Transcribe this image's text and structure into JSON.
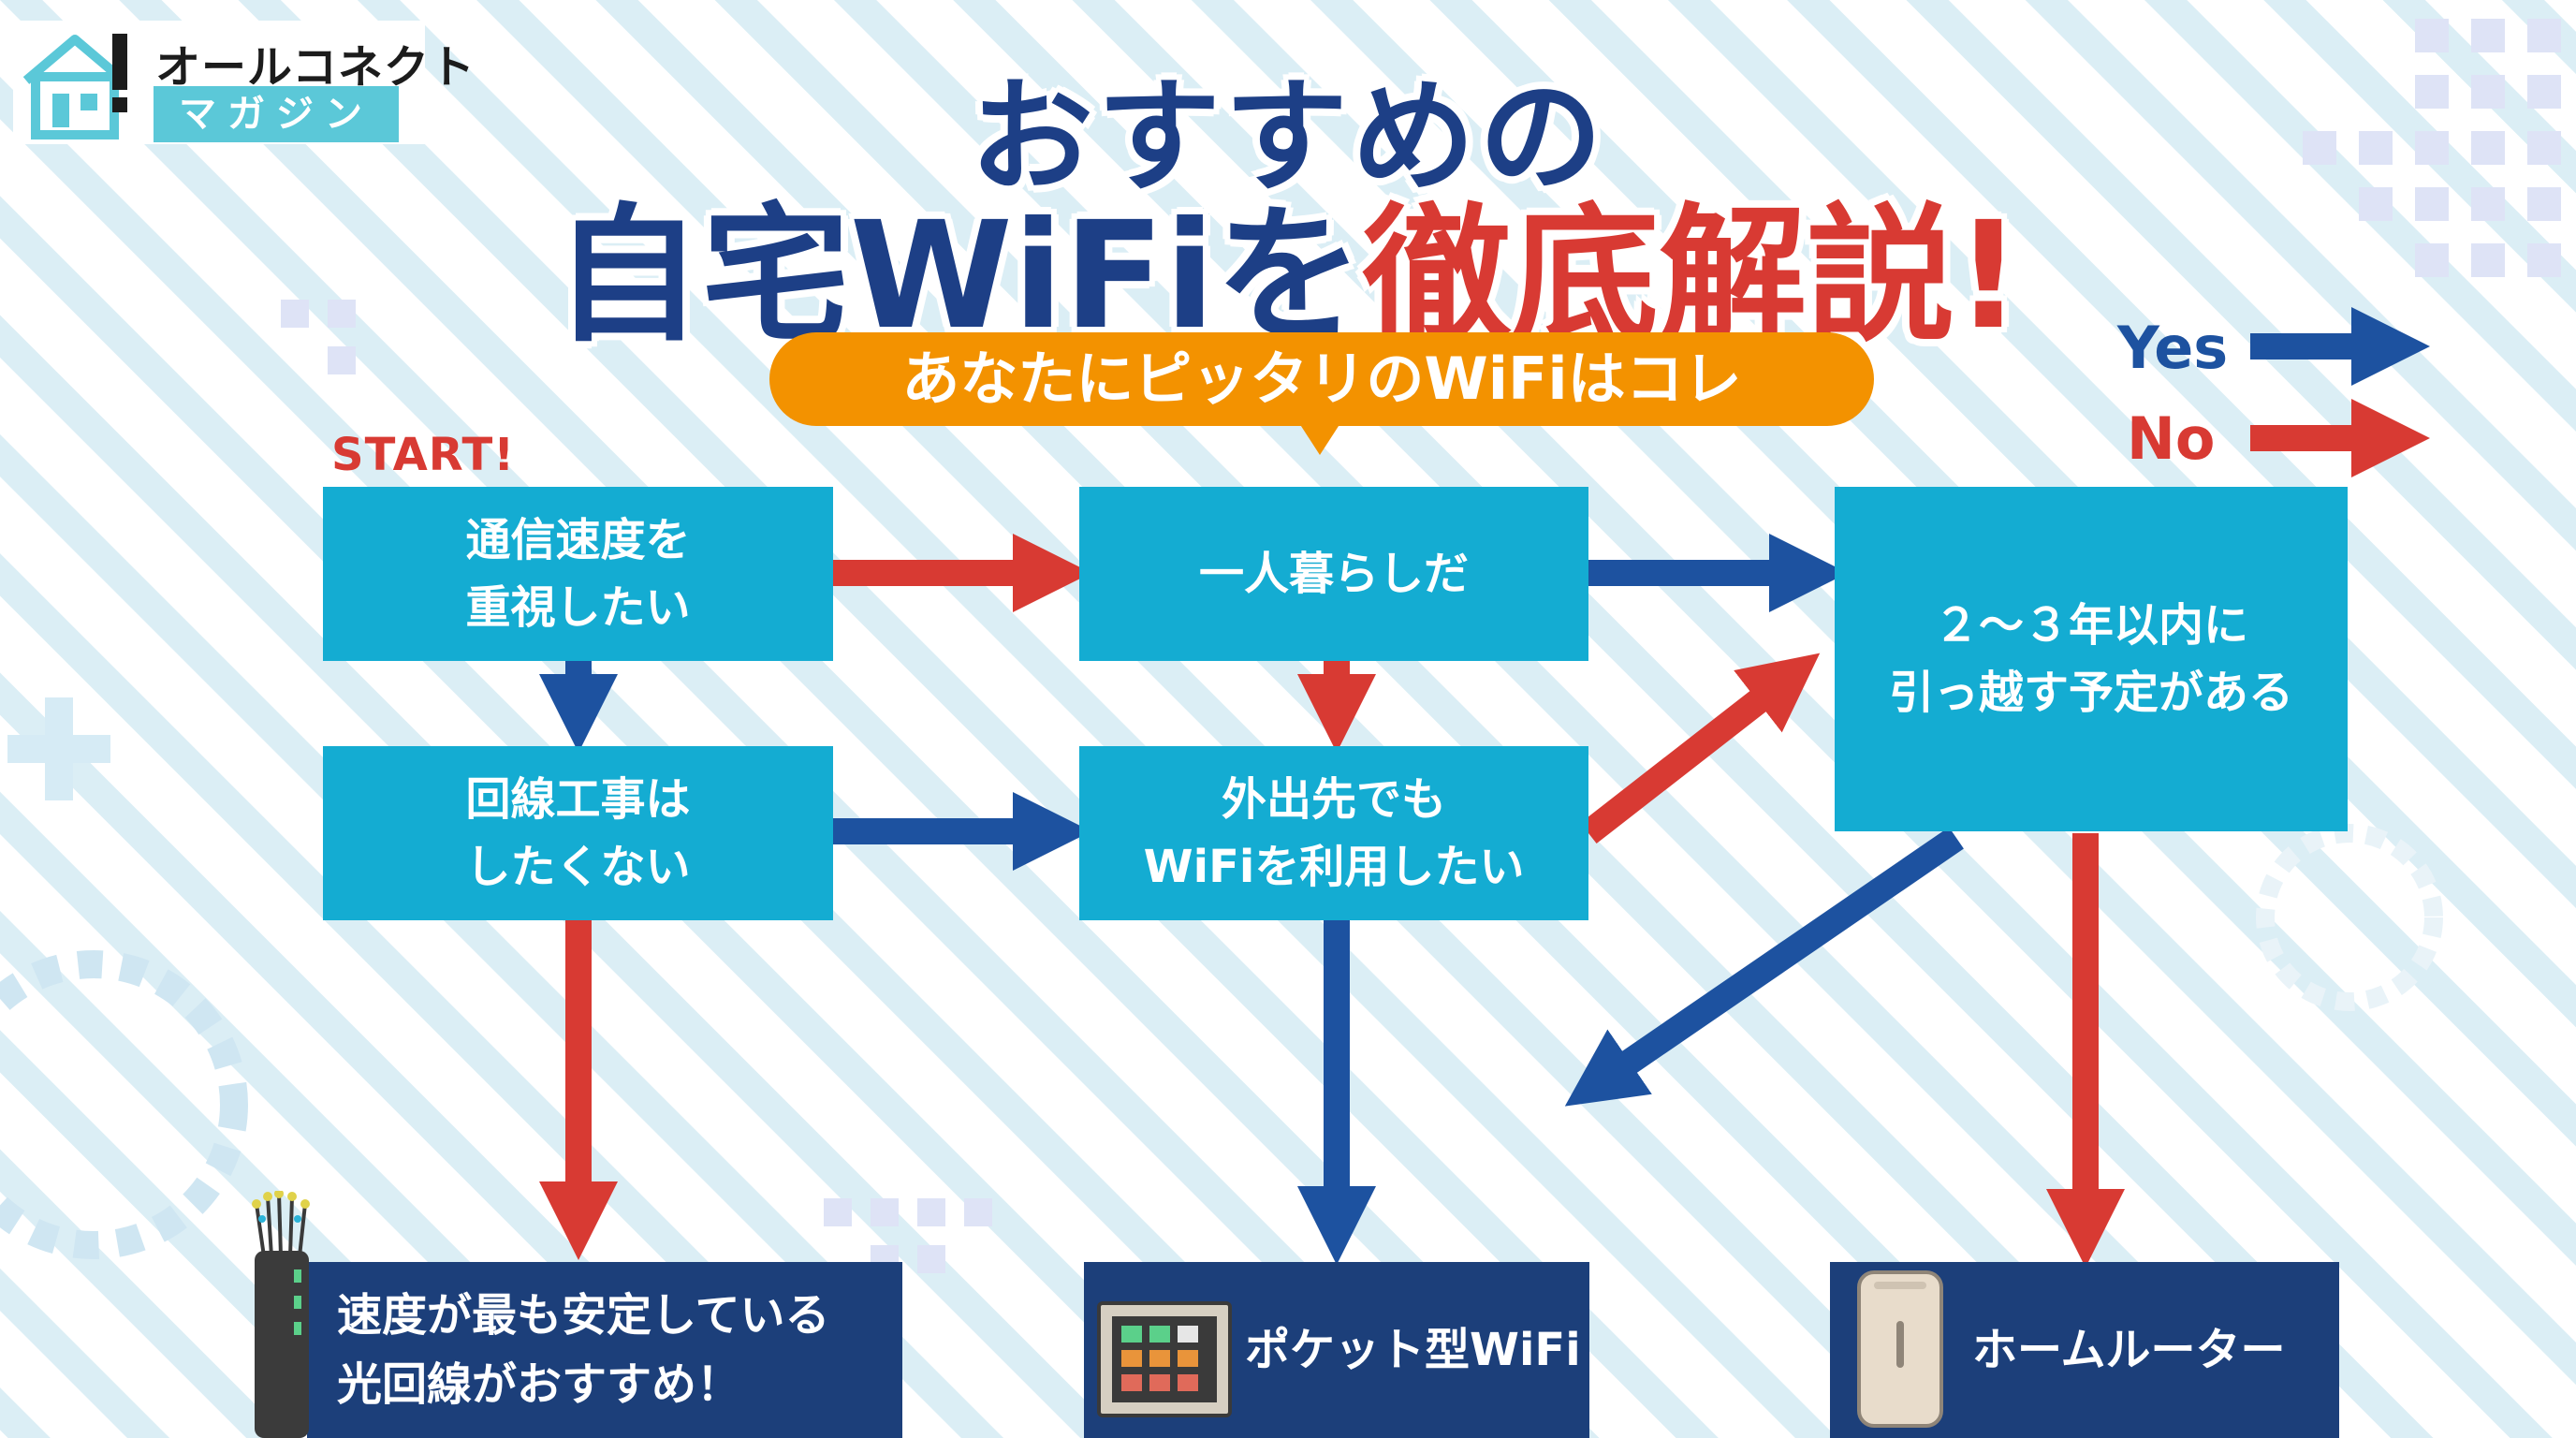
{
  "logo": {
    "line1": "オールコネクト",
    "line2": "マガジン"
  },
  "title": {
    "line1": "おすすめの",
    "line2_blue": "自宅WiFiを",
    "line2_red": "徹底解説!"
  },
  "subtitle": "あなたにピッタリのWiFiはコレ",
  "legend": {
    "yes": "Yes",
    "no": "No"
  },
  "start_label": "START!",
  "nodes": {
    "speed": "通信速度を\n重視したい",
    "alone": "一人暮らしだ",
    "move": "２～３年以内に\n引っ越す予定がある",
    "construction": "回線工事は\nしたくない",
    "outside": "外出先でも\nWiFiを利用したい"
  },
  "results": {
    "fiber": "速度が最も安定している\n光回線がおすすめ！",
    "pocket": "ポケット型WiFi",
    "home": "ホームルーター"
  },
  "icons": {
    "fiber": "fiber-cable-icon",
    "pocket": "pocket-wifi-icon",
    "home": "home-router-icon"
  },
  "colors": {
    "yes": "#1d52a0",
    "no": "#d83a33",
    "node": "#14acd2",
    "result": "#1c3f7a",
    "accent": "#f39200"
  }
}
